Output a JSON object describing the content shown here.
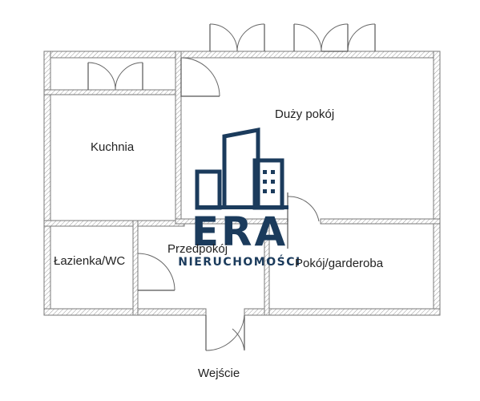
{
  "rooms": {
    "duzy_pokoj": "Duży pokój",
    "kuchnia": "Kuchnia",
    "lazienka": "Łazienka/WC",
    "przedpokoj": "Przedpokój",
    "pokoj_garderoba": "Pokój/garderoba",
    "wejscie": "Wejście"
  },
  "logo": {
    "brand": "ERA",
    "subtitle": "NIERUCHOMOŚCI",
    "color": "#1b3b5c"
  },
  "colors": {
    "wall_stroke": "#7a7a7a",
    "background": "#ffffff"
  }
}
